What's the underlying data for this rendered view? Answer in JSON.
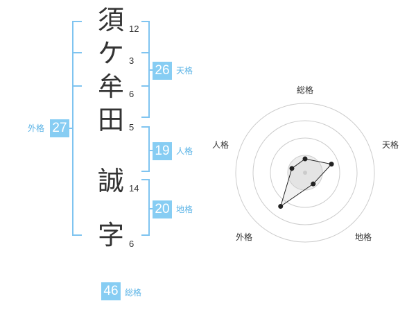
{
  "name_chars": [
    {
      "char": "須",
      "strokes": "12"
    },
    {
      "char": "ケ",
      "strokes": "3"
    },
    {
      "char": "牟",
      "strokes": "6"
    },
    {
      "char": "田",
      "strokes": "5"
    },
    {
      "char": "誠",
      "strokes": "14"
    },
    {
      "char": "字",
      "strokes": "6"
    }
  ],
  "fortunes": {
    "tenkaku": {
      "value": "26",
      "label": "天格"
    },
    "jinkaku": {
      "value": "19",
      "label": "人格"
    },
    "chikaku": {
      "value": "20",
      "label": "地格"
    },
    "gaikaku": {
      "value": "27",
      "label": "外格"
    },
    "soukaku": {
      "value": "46",
      "label": "総格"
    }
  },
  "radar": {
    "axes": [
      "総格",
      "天格",
      "地格",
      "外格",
      "人格"
    ],
    "values": [
      0.2,
      0.4,
      0.2,
      0.6,
      0.2
    ],
    "ring_color": "#cccccc",
    "accent_color": "#87cdf3"
  }
}
